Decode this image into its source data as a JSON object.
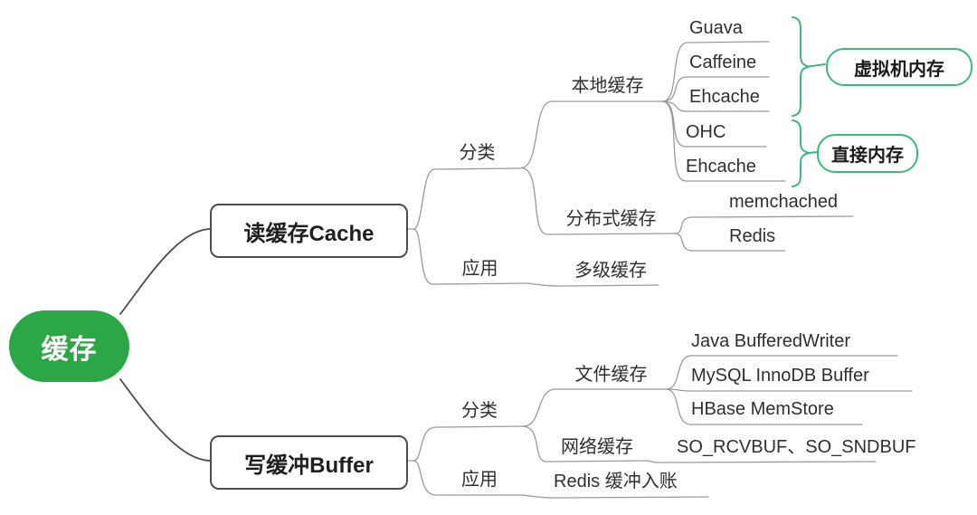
{
  "colors": {
    "root_green": "#2BA747",
    "accent_green": "#3CB878",
    "line_gray": "#9a9a9a",
    "dark_line": "#4d4d4d",
    "box_border": "#4d4d4d",
    "text_dark": "#262626"
  },
  "root": {
    "label": "缓存"
  },
  "read": {
    "label": "读缓存Cache",
    "category": {
      "label": "分类",
      "local": {
        "label": "本地缓存",
        "items": [
          {
            "label": "Guava"
          },
          {
            "label": "Caffeine"
          },
          {
            "label": "Ehcache"
          },
          {
            "label": "OHC"
          },
          {
            "label": "Ehcache"
          }
        ],
        "groups": [
          {
            "label": "虚拟机内存"
          },
          {
            "label": "直接内存"
          }
        ]
      },
      "distributed": {
        "label": "分布式缓存",
        "items": [
          {
            "label": "memchached"
          },
          {
            "label": "Redis"
          }
        ]
      }
    },
    "application": {
      "label": "应用",
      "items": [
        {
          "label": "多级缓存"
        }
      ]
    }
  },
  "write": {
    "label": "写缓冲Buffer",
    "category": {
      "label": "分类",
      "file": {
        "label": "文件缓存",
        "items": [
          {
            "label": "Java BufferedWriter"
          },
          {
            "label": "MySQL InnoDB Buffer"
          },
          {
            "label": "HBase MemStore"
          }
        ]
      },
      "network": {
        "label": "网络缓存",
        "items": [
          {
            "label": "SO_RCVBUF、SO_SNDBUF"
          }
        ]
      }
    },
    "application": {
      "label": "应用",
      "items": [
        {
          "label": "Redis 缓冲入账"
        }
      ]
    }
  }
}
